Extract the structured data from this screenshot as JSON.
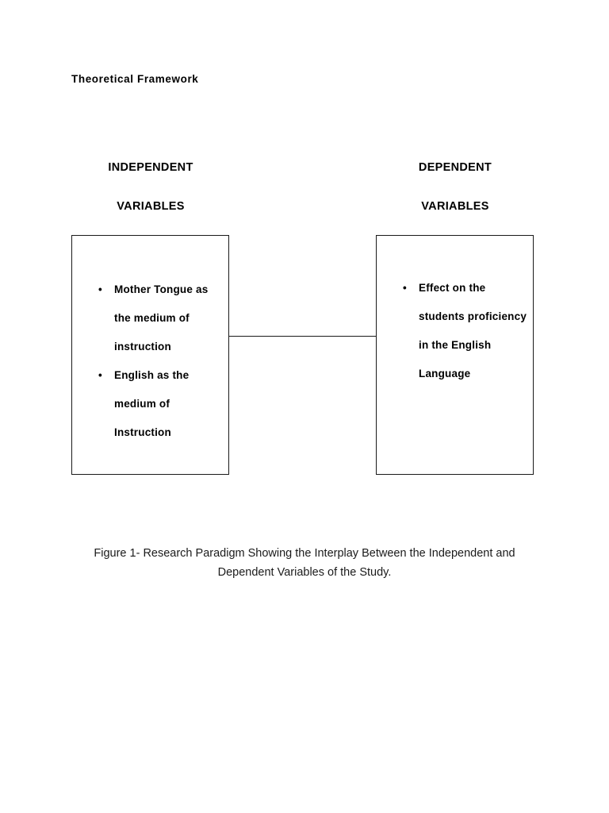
{
  "document": {
    "section_title": "Theoretical  Framework",
    "background_color": "#ffffff",
    "text_color": "#000000",
    "border_color": "#1a1a1a"
  },
  "columns": {
    "left": {
      "header_line1": "INDEPENDENT",
      "header_line2": "VARIABLES",
      "items": [
        {
          "bullet": "•",
          "text": "Mother Tongue as the medium of instruction"
        },
        {
          "bullet": "•",
          "text": "English as the medium of Instruction"
        }
      ]
    },
    "right": {
      "header_line1": "DEPENDENT",
      "header_line2": "VARIABLES",
      "items": [
        {
          "bullet": "•",
          "text": "Effect on the students proficiency in the English Language"
        }
      ]
    }
  },
  "connector": {
    "type": "horizontal-line",
    "label": ""
  },
  "caption": {
    "line1": "Figure 1- Research Paradigm Showing the Interplay Between the Independent and",
    "line2": "Dependent Variables of the Study."
  }
}
